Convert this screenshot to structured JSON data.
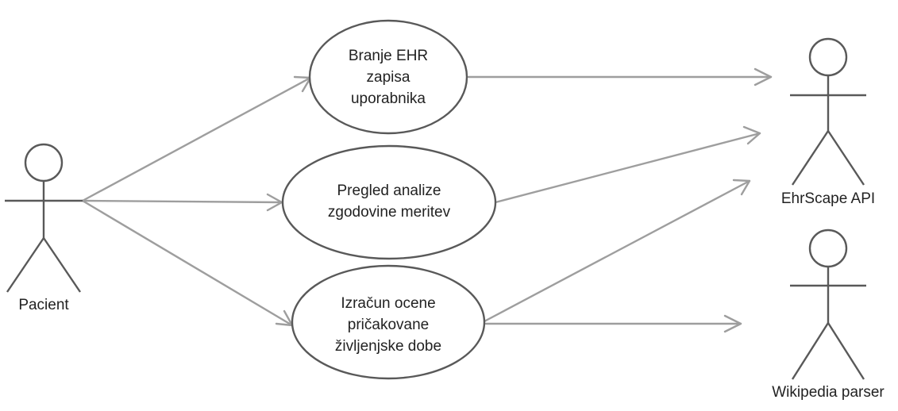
{
  "actors": {
    "pacient": {
      "label": "Pacient"
    },
    "ehrscape": {
      "label": "EhrScape API"
    },
    "wikipedia": {
      "label": "Wikipedia parser"
    }
  },
  "use_cases": {
    "branje": {
      "lines": [
        "Branje EHR",
        "zapisa",
        "uporabnika"
      ]
    },
    "pregled": {
      "lines": [
        "Pregled analize",
        "zgodovine meritev"
      ]
    },
    "izracun": {
      "lines": [
        "Izračun ocene",
        "pričakovane",
        "življenjske dobe"
      ]
    }
  },
  "colors": {
    "outline": "#595959",
    "arrow": "#9e9e9e",
    "text": "#222222"
  }
}
